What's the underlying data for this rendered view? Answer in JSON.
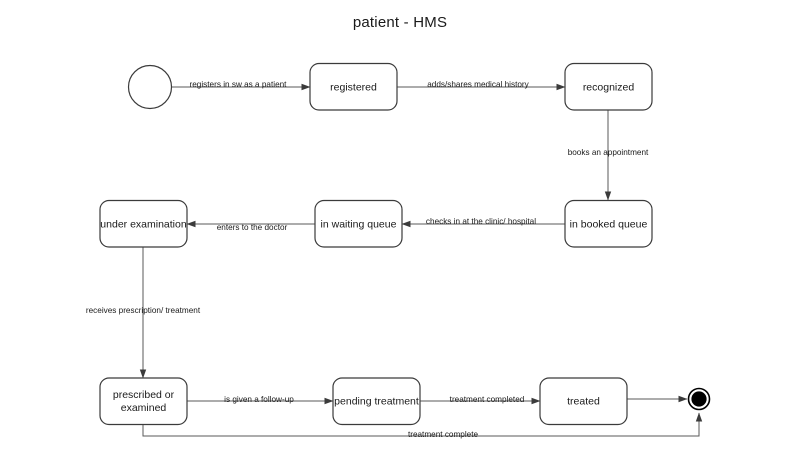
{
  "title": "patient - HMS",
  "diagram": {
    "type": "uml-state-machine",
    "background_color": "#ffffff",
    "line_color": "#5a5a5a",
    "box_stroke_color": "#3b3b3b",
    "text_color": "#1a1a1a"
  },
  "nodes": {
    "start": {
      "kind": "initial-state",
      "label": ""
    },
    "registered": {
      "kind": "state",
      "label": "registered"
    },
    "recognized": {
      "kind": "state",
      "label": "recognized"
    },
    "booked_queue": {
      "kind": "state",
      "label": "in booked queue"
    },
    "waiting_queue": {
      "kind": "state",
      "label": "in waiting queue"
    },
    "under_examination": {
      "kind": "state",
      "label": "under examination"
    },
    "prescribed": {
      "kind": "state",
      "label_line1": "prescribed or",
      "label_line2": "examined"
    },
    "pending_treatment": {
      "kind": "state",
      "label": "pending treatment"
    },
    "treated": {
      "kind": "state",
      "label": "treated"
    },
    "end": {
      "kind": "final-state",
      "label": ""
    }
  },
  "transitions": {
    "t1": {
      "from": "start",
      "to": "registered",
      "label": "registers in sw as a patient"
    },
    "t2": {
      "from": "registered",
      "to": "recognized",
      "label": "adds/shares medical history"
    },
    "t3": {
      "from": "recognized",
      "to": "booked_queue",
      "label": "books an appointment"
    },
    "t4": {
      "from": "booked_queue",
      "to": "waiting_queue",
      "label": "checks in at the clinic/ hospital"
    },
    "t5": {
      "from": "waiting_queue",
      "to": "under_examination",
      "label": "enters to the doctor"
    },
    "t6": {
      "from": "under_examination",
      "to": "prescribed",
      "label": "receives prescription/ treatment"
    },
    "t7": {
      "from": "prescribed",
      "to": "pending_treatment",
      "label": "is given a follow-up"
    },
    "t8": {
      "from": "pending_treatment",
      "to": "treated",
      "label": "treatment completed"
    },
    "t9": {
      "from": "treated",
      "to": "end",
      "label": ""
    },
    "t10": {
      "from": "prescribed",
      "to": "end",
      "label": "treatment complete"
    }
  }
}
